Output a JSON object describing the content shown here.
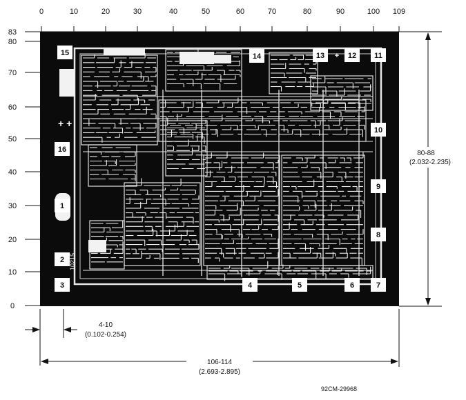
{
  "top_axis": {
    "ticks": [
      "0",
      "10",
      "20",
      "30",
      "40",
      "50",
      "60",
      "70",
      "80",
      "90",
      "100",
      "109"
    ]
  },
  "left_axis": {
    "ticks": [
      "83",
      "80",
      "70",
      "60",
      "50",
      "40",
      "30",
      "20",
      "10",
      "0"
    ]
  },
  "pads": [
    "15",
    "14",
    "13",
    "+",
    "12",
    "11",
    "16",
    "10",
    "9",
    "1",
    "8",
    "2",
    "3",
    "4",
    "5",
    "6",
    "7"
  ],
  "die_marking": "10215",
  "alignment_marks": "+ +",
  "dimensions": {
    "height": {
      "value": "80-88",
      "metric": "(2.032-2.235)"
    },
    "offset": {
      "value": "4-10",
      "metric": "(0.102-0.254)"
    },
    "width": {
      "value": "106-114",
      "metric": "(2.693-2.895)"
    }
  },
  "figure_code": "92CM-29968",
  "colors": {
    "ink": "#111111",
    "die": "#0b0b0b",
    "trace": "#f2f2f2",
    "paper": "#ffffff"
  }
}
